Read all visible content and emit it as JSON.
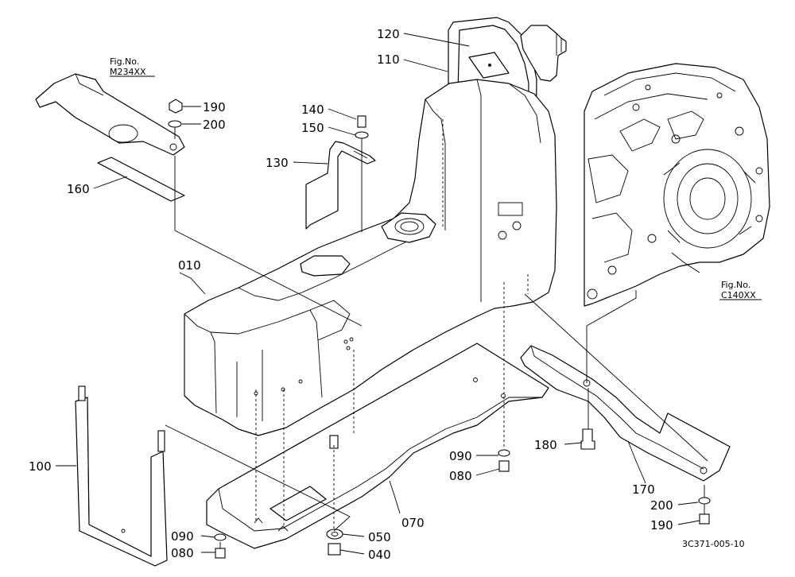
{
  "parts": {
    "p010": "010",
    "p040": "040",
    "p050": "050",
    "p070": "070",
    "p080a": "080",
    "p080b": "080",
    "p090a": "090",
    "p090b": "090",
    "p100": "100",
    "p110": "110",
    "p120": "120",
    "p130": "130",
    "p140": "140",
    "p150": "150",
    "p160": "160",
    "p170": "170",
    "p180": "180",
    "p190a": "190",
    "p190b": "190",
    "p200a": "200",
    "p200b": "200"
  },
  "references": {
    "ref1_label": "Fig.No.",
    "ref1_code": "M234XX",
    "ref2_label": "Fig.No.",
    "ref2_code": "C140XX"
  },
  "drawing_code": "3C371-005-10"
}
